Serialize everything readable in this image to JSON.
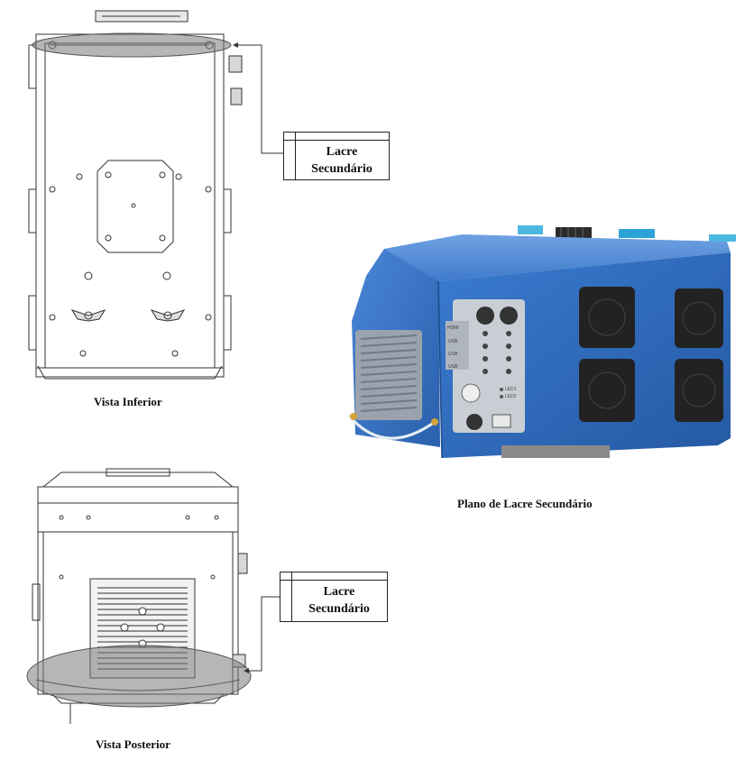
{
  "labels": {
    "top_callout_line1": "Lacre",
    "top_callout_line2": "Secundário",
    "bottom_callout_line1": "Lacre",
    "bottom_callout_line2": "Secundário",
    "vista_inferior": "Vista Inferior",
    "vista_posterior": "Vista Posterior",
    "plano_lacre": "Plano de Lacre Secundário"
  },
  "panel_text": {
    "port_1": "HDMI",
    "port_2": "USB",
    "port_3": "USB",
    "port_4": "USB",
    "led_1": "LED1",
    "led_2": "LED2"
  },
  "colors": {
    "device_blue": "#2f6dbb",
    "highlight_gray": "#7a7a7a",
    "line": "#333333"
  }
}
